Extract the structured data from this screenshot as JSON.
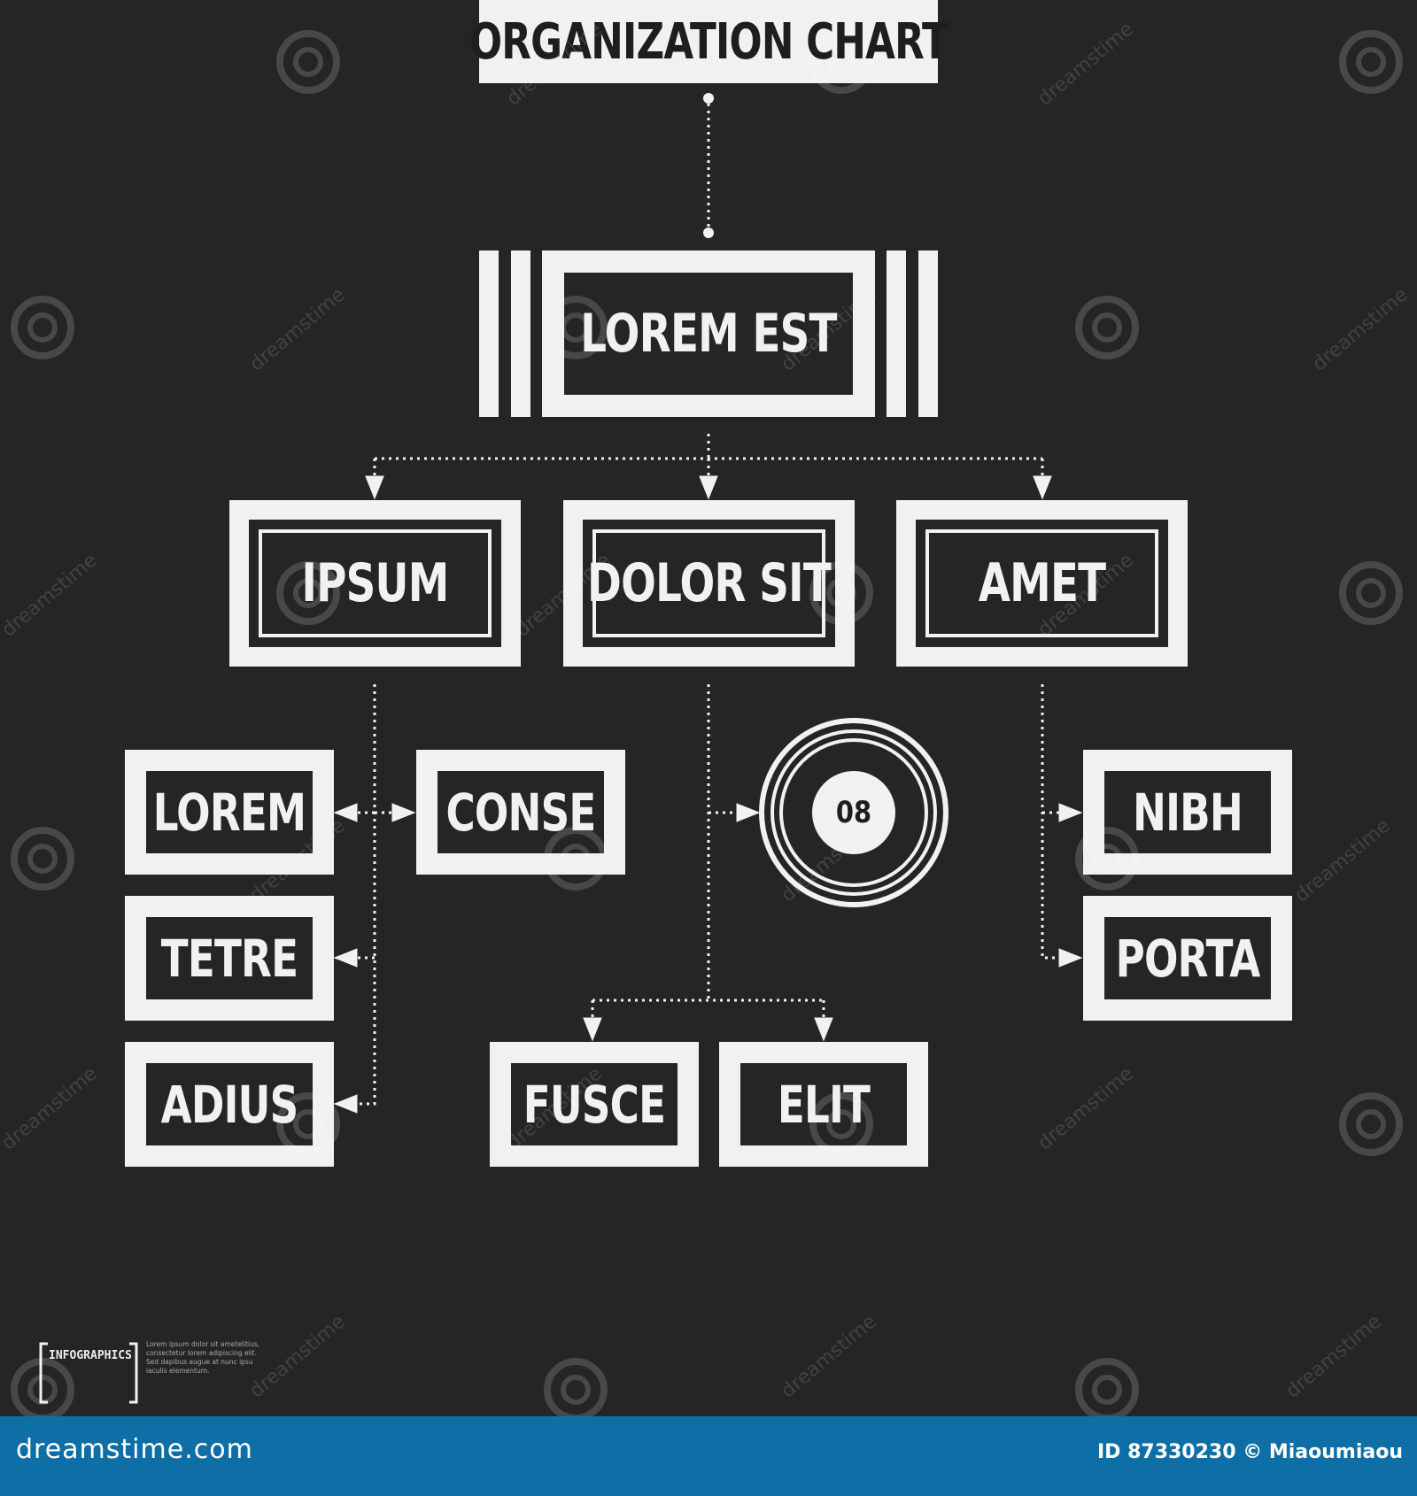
{
  "title": "ORGANIZATION CHART",
  "root": {
    "label": "LOREM EST"
  },
  "level1": [
    {
      "key": "ipsum",
      "label": "IPSUM"
    },
    {
      "key": "dolor",
      "label": "DOLOR SIT"
    },
    {
      "key": "amet",
      "label": "AMET"
    }
  ],
  "ipsum_children": [
    {
      "key": "lorem",
      "label": "LOREM"
    },
    {
      "key": "tetre",
      "label": "TETRE"
    },
    {
      "key": "adius",
      "label": "ADIUS"
    },
    {
      "key": "conse",
      "label": "CONSE"
    }
  ],
  "dolor_children": [
    {
      "key": "circle",
      "label": "08"
    },
    {
      "key": "fusce",
      "label": "FUSCE"
    },
    {
      "key": "elit",
      "label": "ELIT"
    }
  ],
  "amet_children": [
    {
      "key": "nibh",
      "label": "NIBH"
    },
    {
      "key": "porta",
      "label": "PORTA"
    }
  ],
  "badge": {
    "label": "INFOGRAPHICS",
    "lines": [
      "Lorem ipsum dolor sit ametelitius,",
      "consectetur lorem adipiscing elit.",
      "Sed dapibus augue at nunc ipsu",
      "iaculis elementum."
    ]
  },
  "watermark": {
    "text": "dreamstime",
    "site": "dreamstime.com",
    "id_line": "ID 87330230 © Miaoumiaou"
  },
  "colors": {
    "background": "#252525",
    "line": "#f1f1f1",
    "footer": "#0e6fa6"
  }
}
